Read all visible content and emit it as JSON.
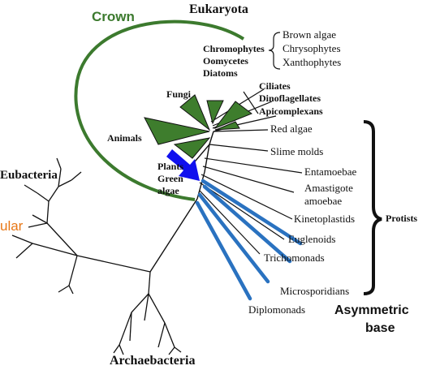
{
  "labels": {
    "crown": "Crown",
    "eukaryota": "Eukaryota",
    "eubacteria": "Eubacteria",
    "archaebacteria": "Archaebacteria",
    "multicellular_fragment": "ular",
    "chromophytes": "Chromophytes",
    "oomycetes": "Oomycetes",
    "diatoms": "Diatoms",
    "brown_algae": "Brown  algae",
    "chrysophytes": "Chrysophytes",
    "xanthophytes": "Xanthophytes",
    "fungi": "Fungi",
    "animals": "Animals",
    "plants": "Plants",
    "green": "Green",
    "algae": "algae",
    "ciliates": "Ciliates",
    "dinoflagellates": "Dinoflagellates",
    "apicomplexans": "Apicomplexans",
    "red_algae": "Red  algae",
    "slime_molds": "Slime  molds",
    "entamoebae": "Entamoebae",
    "amastigote": "Amastigote",
    "amoebae": "amoebae",
    "kinetoplastids": "Kinetoplastids",
    "euglenoids": "Euglenoids",
    "trichomonads": "Trichomonads",
    "microsporidians": "Microsporidians",
    "diplomonads": "Diplomonads",
    "protists": "Protists",
    "asymmetric": "Asymmetric",
    "base": "base"
  },
  "colors": {
    "crown": "#3c7a2e",
    "wedge_fill": "#3e7d2d",
    "blue_arrow": "#1010ee",
    "highlight_branch": "#2a72c0",
    "line": "#111111",
    "orange": "#e87716"
  }
}
